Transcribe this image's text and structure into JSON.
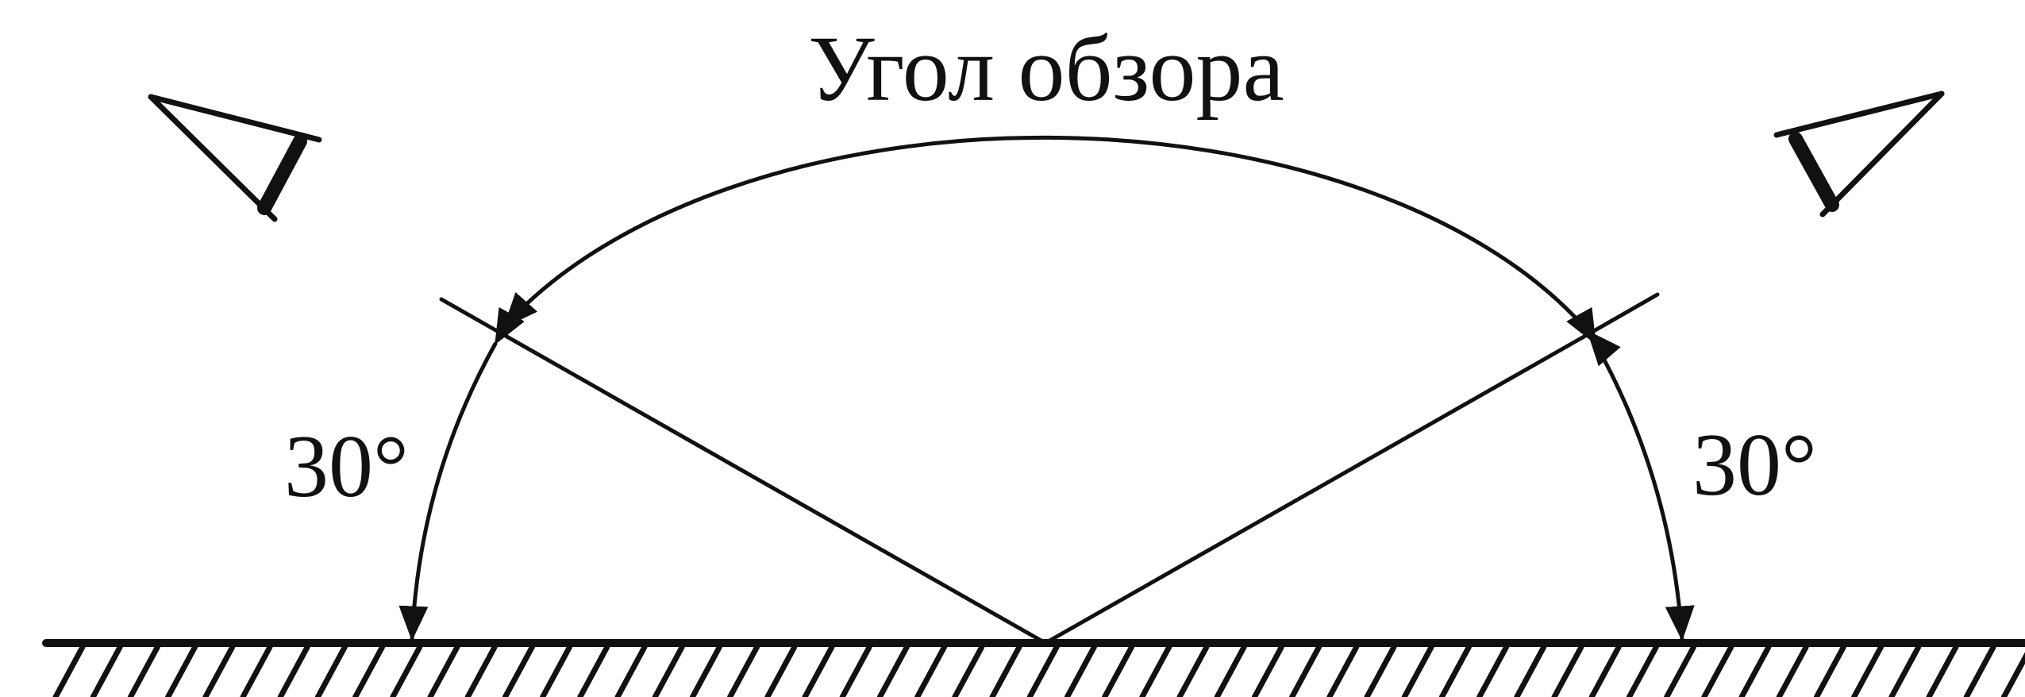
{
  "diagram": {
    "title": "Угол обзора",
    "left_angle": "30°",
    "right_angle": "30°"
  },
  "icons": {
    "left_viewer": "eye-icon",
    "right_viewer": "eye-icon"
  },
  "colors": {
    "ink": "#111111",
    "background": "#ffffff"
  }
}
